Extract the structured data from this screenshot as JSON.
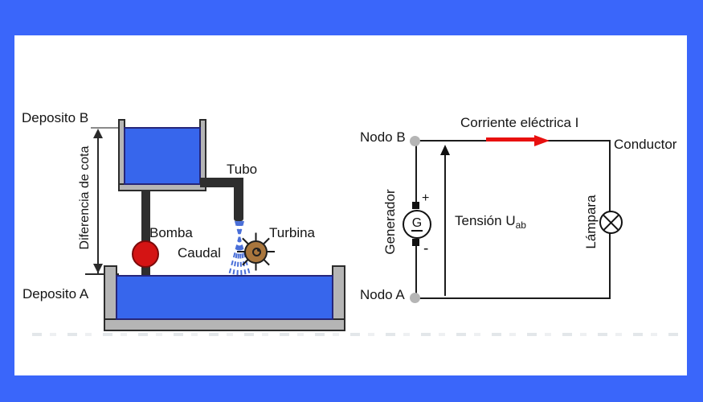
{
  "colors": {
    "frame_blue": "#3A66FA",
    "water_blue": "#3766EC",
    "water_outline": "#26267A",
    "tank_wall_gray": "#b5b5b5",
    "pipe_dark": "#2e2e2e",
    "pump_red": "#D41414",
    "turbine_brown": "#A9763D",
    "wire_black": "#1c1c1c",
    "current_arrow_red": "#E8100F",
    "node_gray": "#b5b5b5",
    "spray_blue": "#4A6FD8"
  },
  "hydraulic": {
    "deposito_b_label": "Deposito B",
    "deposito_a_label": "Deposito A",
    "diferencia_label": "Diferencia de cota",
    "tubo_label": "Tubo",
    "bomba_label": "Bomba",
    "caudal_label": "Caudal",
    "turbina_label": "Turbina"
  },
  "circuit": {
    "nodo_b_label": "Nodo B",
    "nodo_a_label": "Nodo A",
    "corriente_label": "Corriente eléctrica I",
    "conductor_label": "Conductor",
    "generador_label": "Generador",
    "generator_symbol": "G",
    "plus_label": "+",
    "minus_label": "-",
    "tension_label": "Tensión U",
    "tension_subscript": "ab",
    "lampara_label": "Lámpara"
  }
}
